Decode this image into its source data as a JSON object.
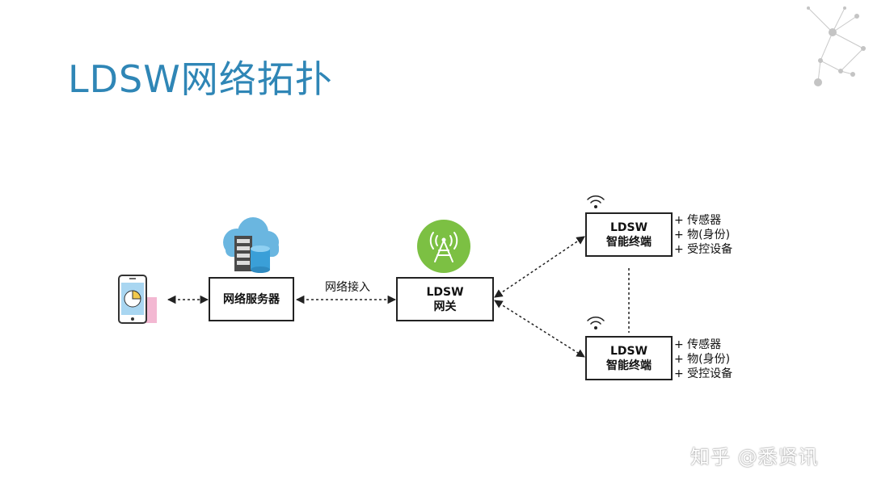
{
  "slide": {
    "title": "LDSW网络拓扑",
    "watermark": "知乎 @悉贤讯"
  },
  "nodes": {
    "server": {
      "label": "网络服务器"
    },
    "gateway": {
      "line1": "LDSW",
      "line2": "网关"
    },
    "terminal_top": {
      "line1": "LDSW",
      "line2": "智能终端"
    },
    "terminal_bottom": {
      "line1": "LDSW",
      "line2": "智能终端"
    }
  },
  "edges": {
    "server_gateway_label": "网络接入"
  },
  "terminal_features_top": [
    "+ 传感器",
    "+ 物(身份)",
    "+ 受控设备"
  ],
  "terminal_features_bottom": [
    "+ 传感器",
    "+ 物(身份)",
    "+ 受控设备"
  ],
  "colors": {
    "title": "#2f86b6",
    "gateway_icon": "#7cc043",
    "cloud": "#6ab6e0",
    "database": "#3a9fd8"
  }
}
